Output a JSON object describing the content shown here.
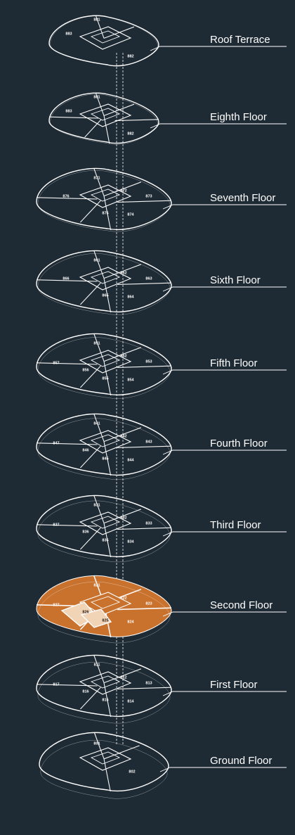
{
  "floors": [
    {
      "label": "Roof Terrace",
      "units": [
        "881",
        "882",
        "883"
      ]
    },
    {
      "label": "Eighth Floor",
      "units": [
        "881",
        "882",
        "883"
      ]
    },
    {
      "label": "Seventh Floor",
      "units": [
        "871",
        "872",
        "873",
        "874",
        "875",
        "876"
      ]
    },
    {
      "label": "Sixth Floor",
      "units": [
        "861",
        "862",
        "863",
        "864",
        "865",
        "866"
      ]
    },
    {
      "label": "Fifth Floor",
      "units": [
        "851",
        "852",
        "853",
        "854",
        "855",
        "856",
        "857"
      ]
    },
    {
      "label": "Fourth Floor",
      "units": [
        "841",
        "842",
        "843",
        "844",
        "845",
        "846",
        "847"
      ]
    },
    {
      "label": "Third Floor",
      "units": [
        "831",
        "832",
        "833",
        "834",
        "835",
        "836",
        "837"
      ]
    },
    {
      "label": "Second Floor",
      "units": [
        "821",
        "822",
        "823",
        "824",
        "825",
        "826",
        "827"
      ],
      "highlighted": true
    },
    {
      "label": "First Floor",
      "units": [
        "811",
        "812",
        "813",
        "814",
        "815",
        "816",
        "817"
      ]
    },
    {
      "label": "Ground Floor",
      "units": [
        "801",
        "802"
      ]
    }
  ],
  "colors": {
    "background": "#1f2b34",
    "outline": "#ffffff",
    "highlight_unit": "#c9722e",
    "highlight_unit_light": "#f1d3b6"
  }
}
